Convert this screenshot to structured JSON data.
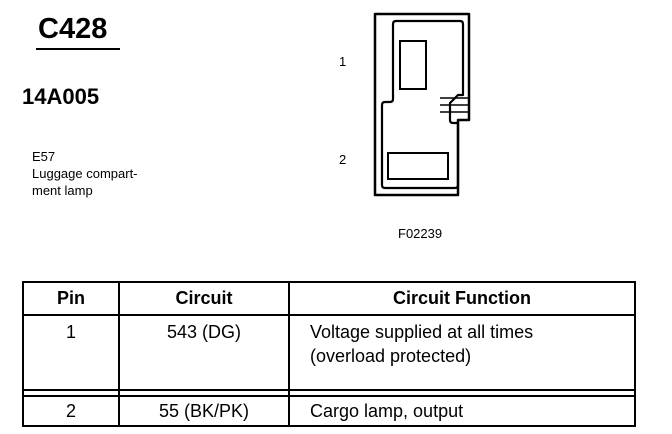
{
  "connector": {
    "id": "C428",
    "part_number": "14A005",
    "component_code": "E57",
    "component_description": "Luggage compart-\nment lamp",
    "figure_code": "F02239",
    "pin_markers": [
      "1",
      "2"
    ]
  },
  "pinout_table": {
    "headers": {
      "pin": "Pin",
      "circuit": "Circuit",
      "function": "Circuit Function"
    },
    "rows": [
      {
        "pin": "1",
        "circuit": "543 (DG)",
        "function_lines": [
          "Voltage supplied at all times",
          "(overload protected)"
        ]
      },
      {
        "pin": "2",
        "circuit": "55 (BK/PK)",
        "function_lines": [
          "Cargo lamp, output"
        ]
      }
    ]
  }
}
